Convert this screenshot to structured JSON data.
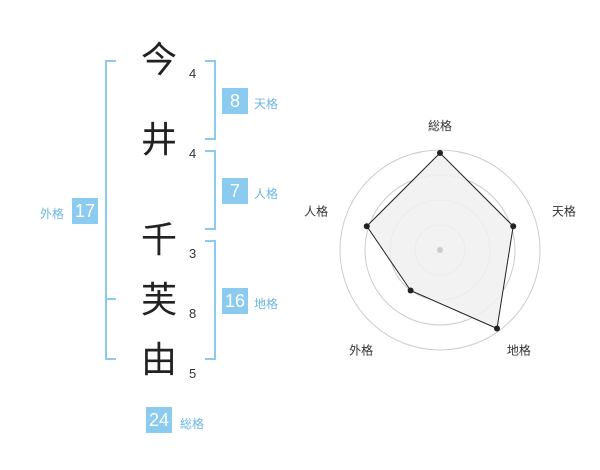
{
  "name": {
    "chars": [
      {
        "char": "今",
        "strokes": "4"
      },
      {
        "char": "井",
        "strokes": "4"
      },
      {
        "char": "千",
        "strokes": "3"
      },
      {
        "char": "芙",
        "strokes": "8"
      },
      {
        "char": "由",
        "strokes": "5"
      }
    ]
  },
  "fortunes": {
    "tenkaku": {
      "value": "8",
      "label": "天格"
    },
    "jinkaku": {
      "value": "7",
      "label": "人格"
    },
    "chikaku": {
      "value": "16",
      "label": "地格"
    },
    "gaikaku": {
      "value": "17",
      "label": "外格"
    },
    "soukaku": {
      "value": "24",
      "label": "総格"
    }
  },
  "chart_data": {
    "type": "radar",
    "axes": [
      "総格",
      "天格",
      "地格",
      "外格",
      "人格"
    ],
    "values": [
      0.97,
      0.77,
      0.97,
      0.5,
      0.77
    ],
    "max": 1,
    "rings": 4,
    "colors": {
      "fill": "#f0f0f0",
      "line": "#222222",
      "ring": "#cccccc",
      "center": "#cccccc"
    }
  }
}
